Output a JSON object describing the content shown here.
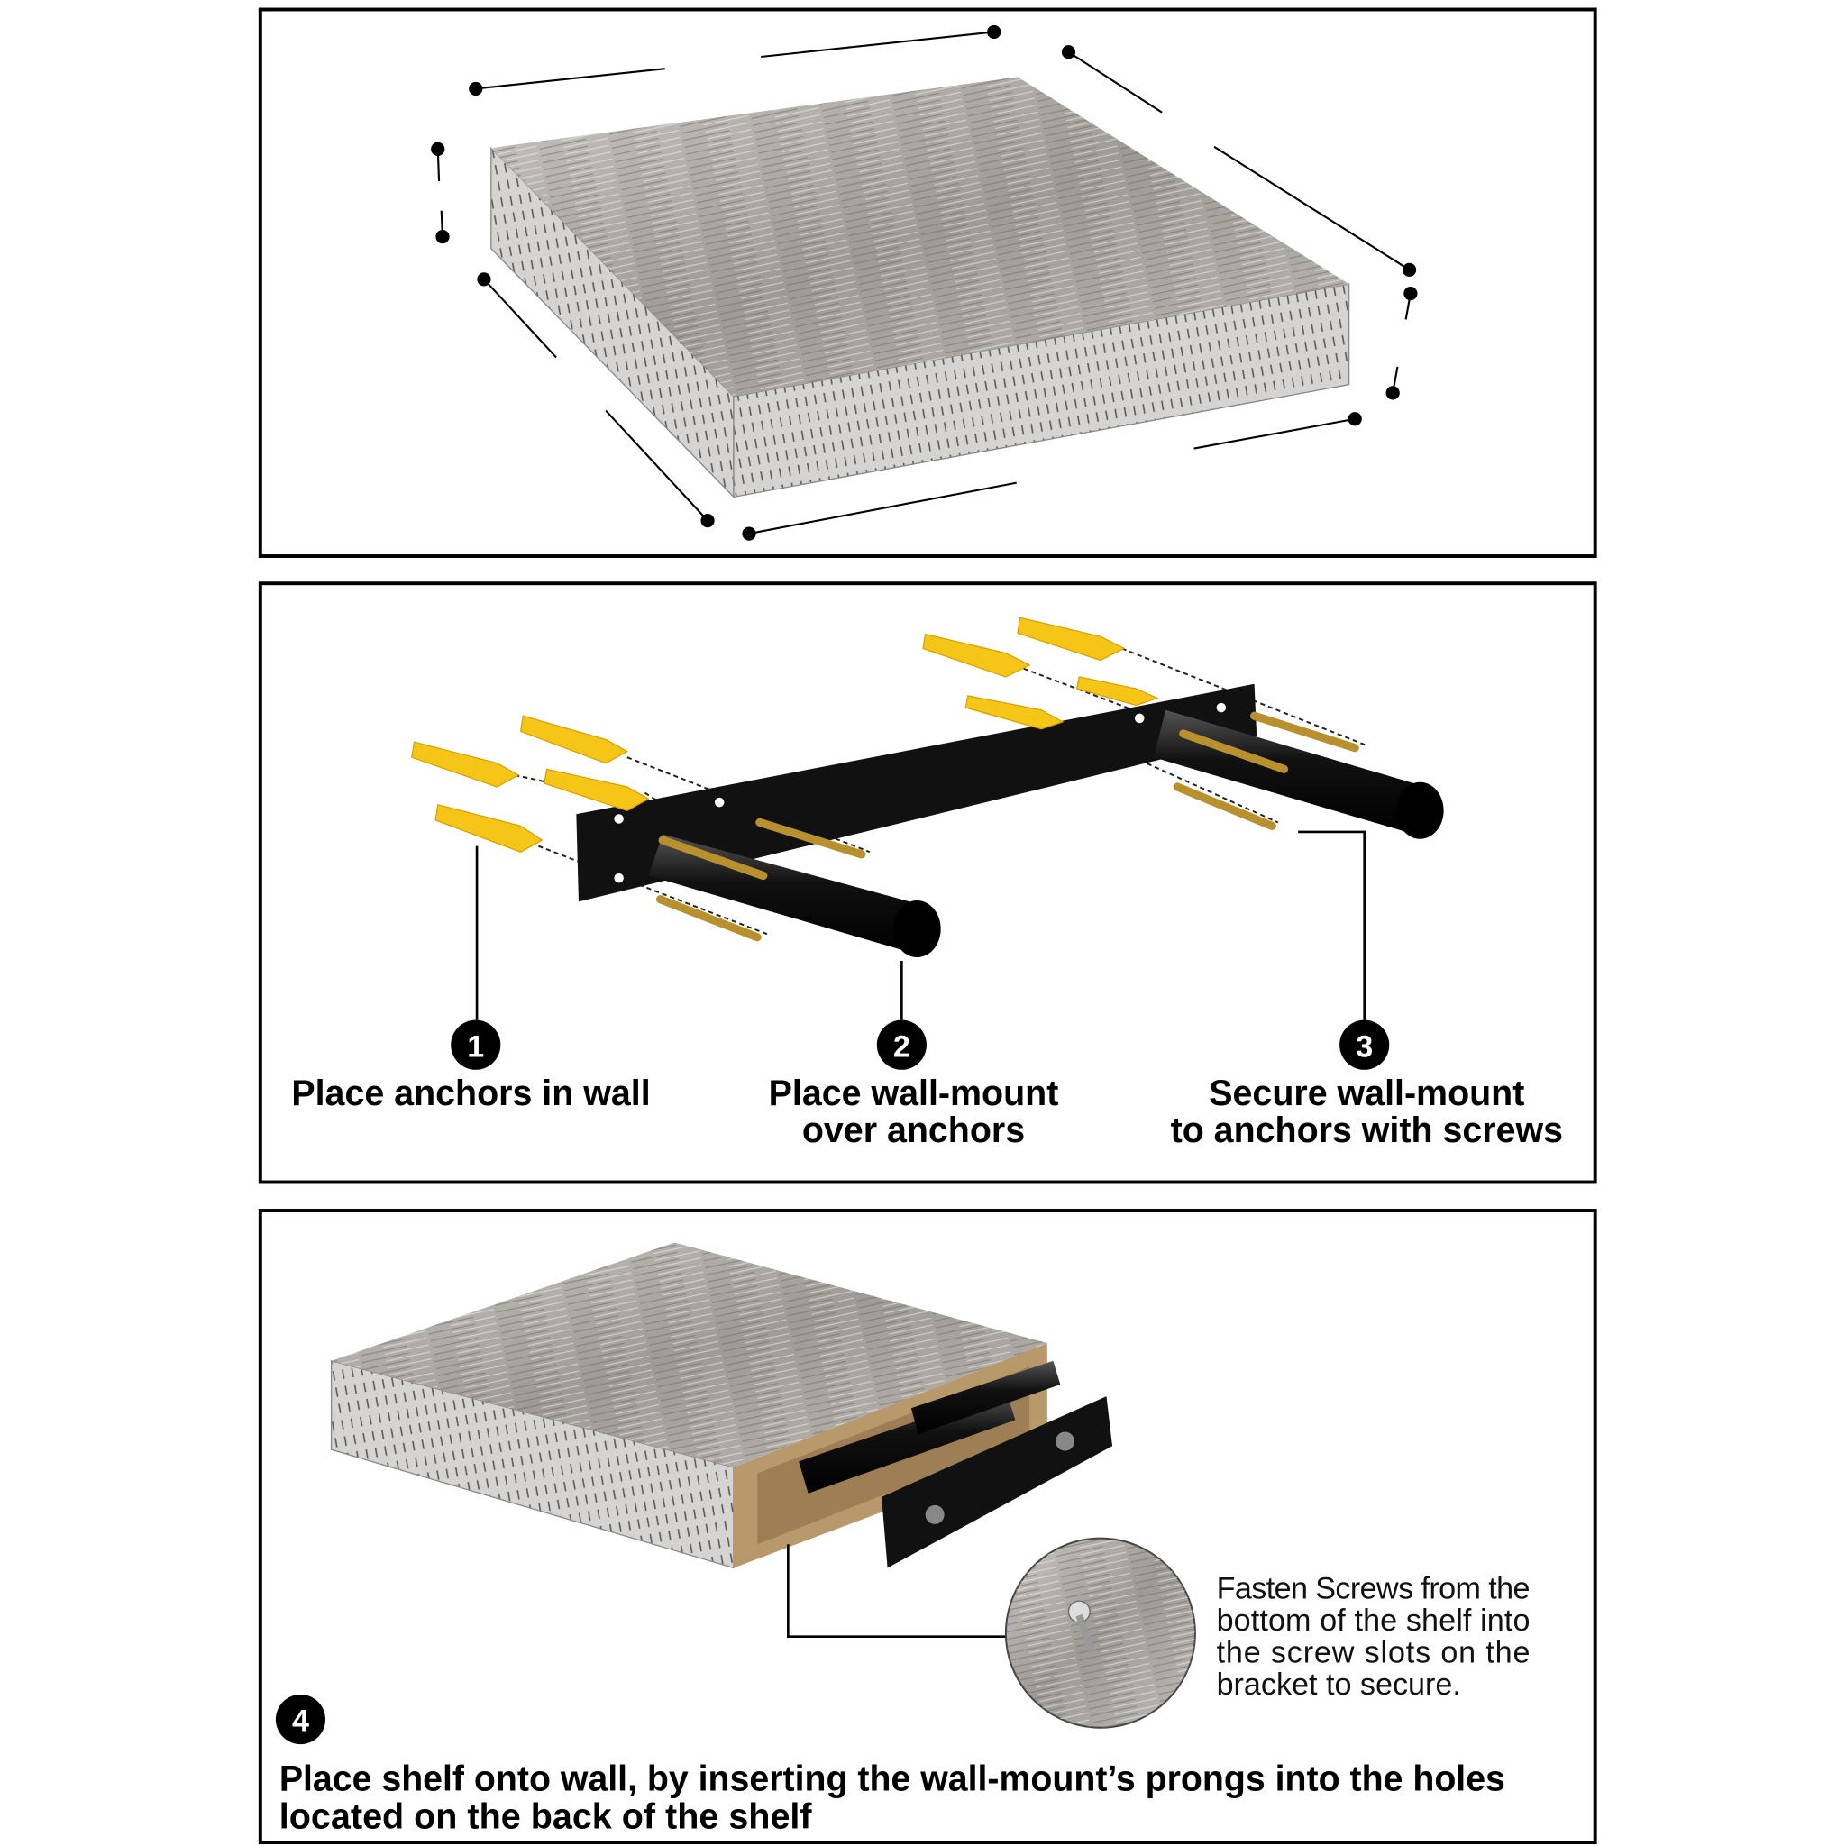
{
  "panel_1": {
    "title": "Shelf dimensions"
  },
  "panel_2": {
    "steps": [
      {
        "number": "1",
        "lines": [
          "Place anchors in wall"
        ]
      },
      {
        "number": "2",
        "lines": [
          "Place wall-mount",
          "over anchors"
        ]
      },
      {
        "number": "3",
        "lines": [
          "Secure wall-mount",
          "to anchors with screws"
        ]
      }
    ]
  },
  "panel_3": {
    "step_number": "4",
    "note_lines": [
      "Fasten Screws from the",
      "bottom of the shelf into",
      "the screw slots on the",
      "bracket to secure."
    ],
    "instruction_lines": [
      "Place shelf onto wall, by inserting the wall-mount’s prongs into the holes",
      "located on the back of the shelf"
    ]
  },
  "colors": {
    "anchor": "#f5c518",
    "bracket": "#111111",
    "wood": "#a9a6a2",
    "mdf": "#b8996b",
    "screw": "#c9a13a"
  }
}
